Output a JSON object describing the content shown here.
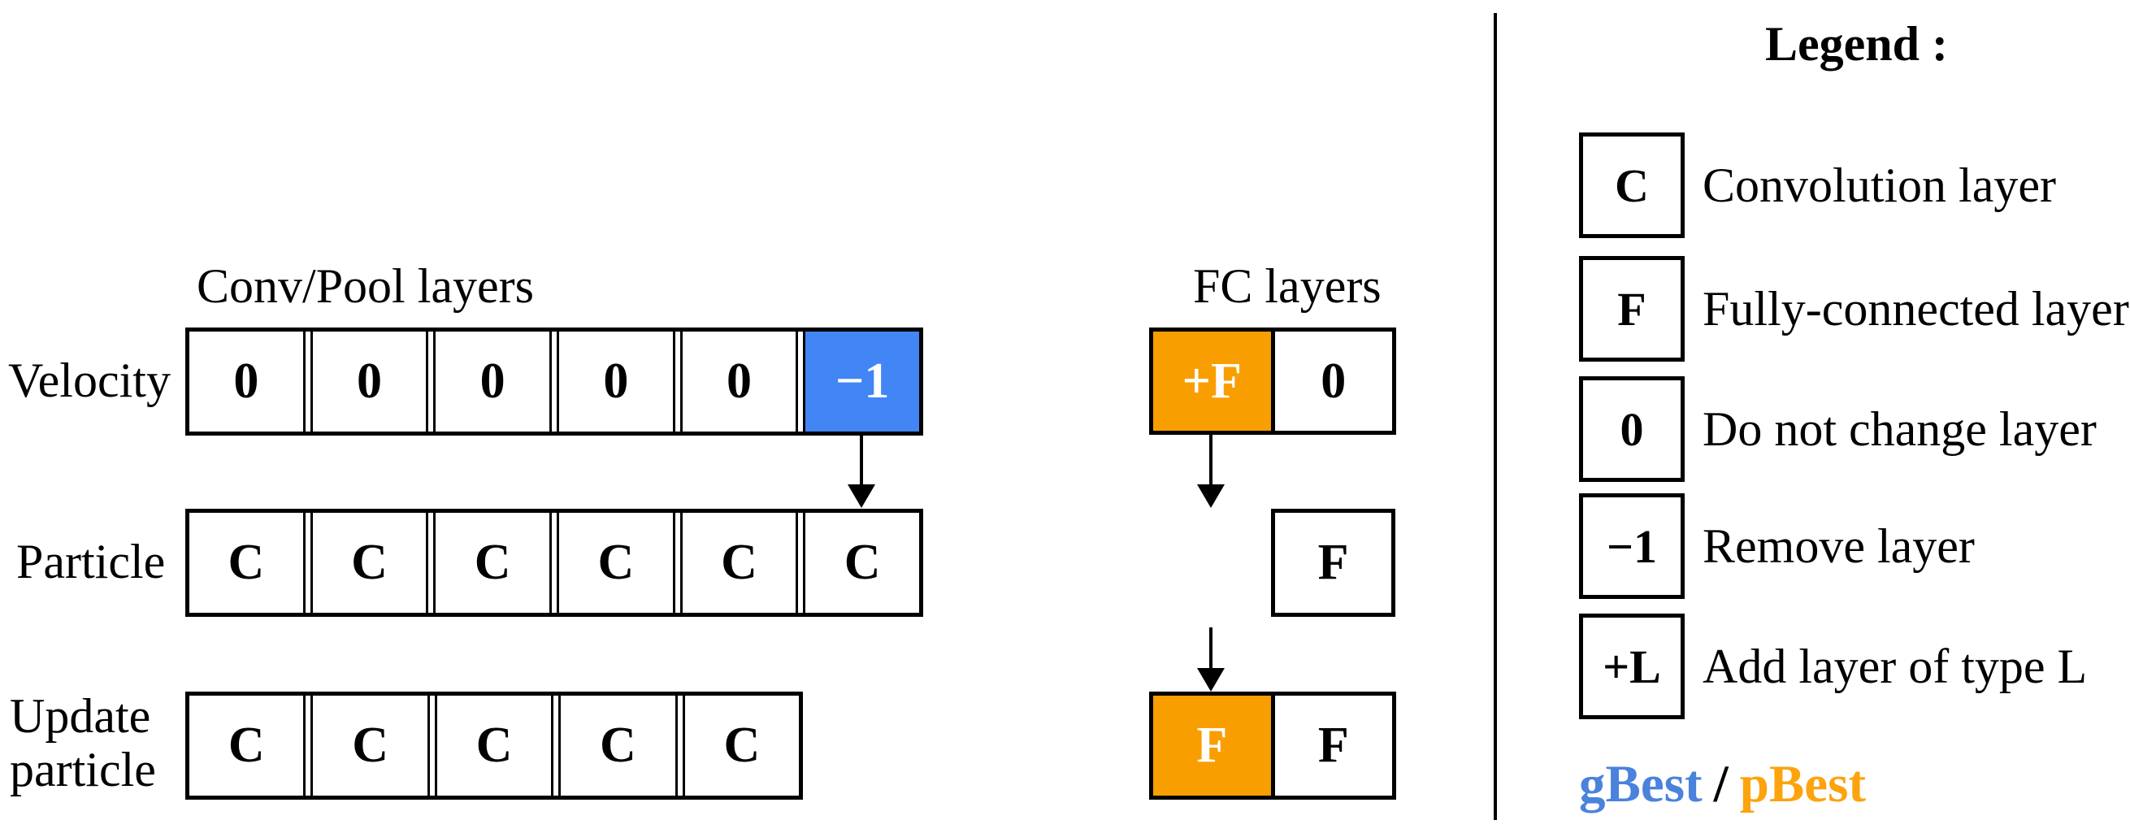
{
  "colors": {
    "gbest": "#4285F4",
    "pbest": "#F99E00",
    "gbest_text": "#4A82DC",
    "pbest_text": "#FCA30E"
  },
  "conv": {
    "title": "Conv/Pool layers",
    "velocity": {
      "label": "Velocity",
      "cells": [
        "0",
        "0",
        "0",
        "0",
        "0",
        "−1"
      ],
      "highlight": {
        "index": 5,
        "style": "gBest"
      }
    },
    "particle": {
      "label": "Particle",
      "cells": [
        "C",
        "C",
        "C",
        "C",
        "C",
        "C"
      ]
    },
    "update": {
      "label_line1": "Update",
      "label_line2": "particle",
      "cells": [
        "C",
        "C",
        "C",
        "C",
        "C"
      ]
    }
  },
  "fc": {
    "title": "FC layers",
    "velocity": {
      "cells": [
        "+F",
        "0"
      ],
      "highlight": {
        "index": 0,
        "style": "pBest"
      }
    },
    "particle": {
      "cells": [
        "F"
      ]
    },
    "update": {
      "cells": [
        "F",
        "F"
      ],
      "highlight": {
        "index": 0,
        "style": "pBest"
      }
    }
  },
  "legend": {
    "title": "Legend :",
    "items": [
      {
        "symbol": "C",
        "label": "Convolution layer"
      },
      {
        "symbol": "F",
        "label": "Fully-connected layer"
      },
      {
        "symbol": "0",
        "label": "Do not change layer"
      },
      {
        "symbol": "−1",
        "label": "Remove layer"
      },
      {
        "symbol": "+L",
        "label": "Add layer of type L"
      }
    ],
    "footer": {
      "gbest": "gBest",
      "separator": "/",
      "pbest": "pBest"
    }
  }
}
